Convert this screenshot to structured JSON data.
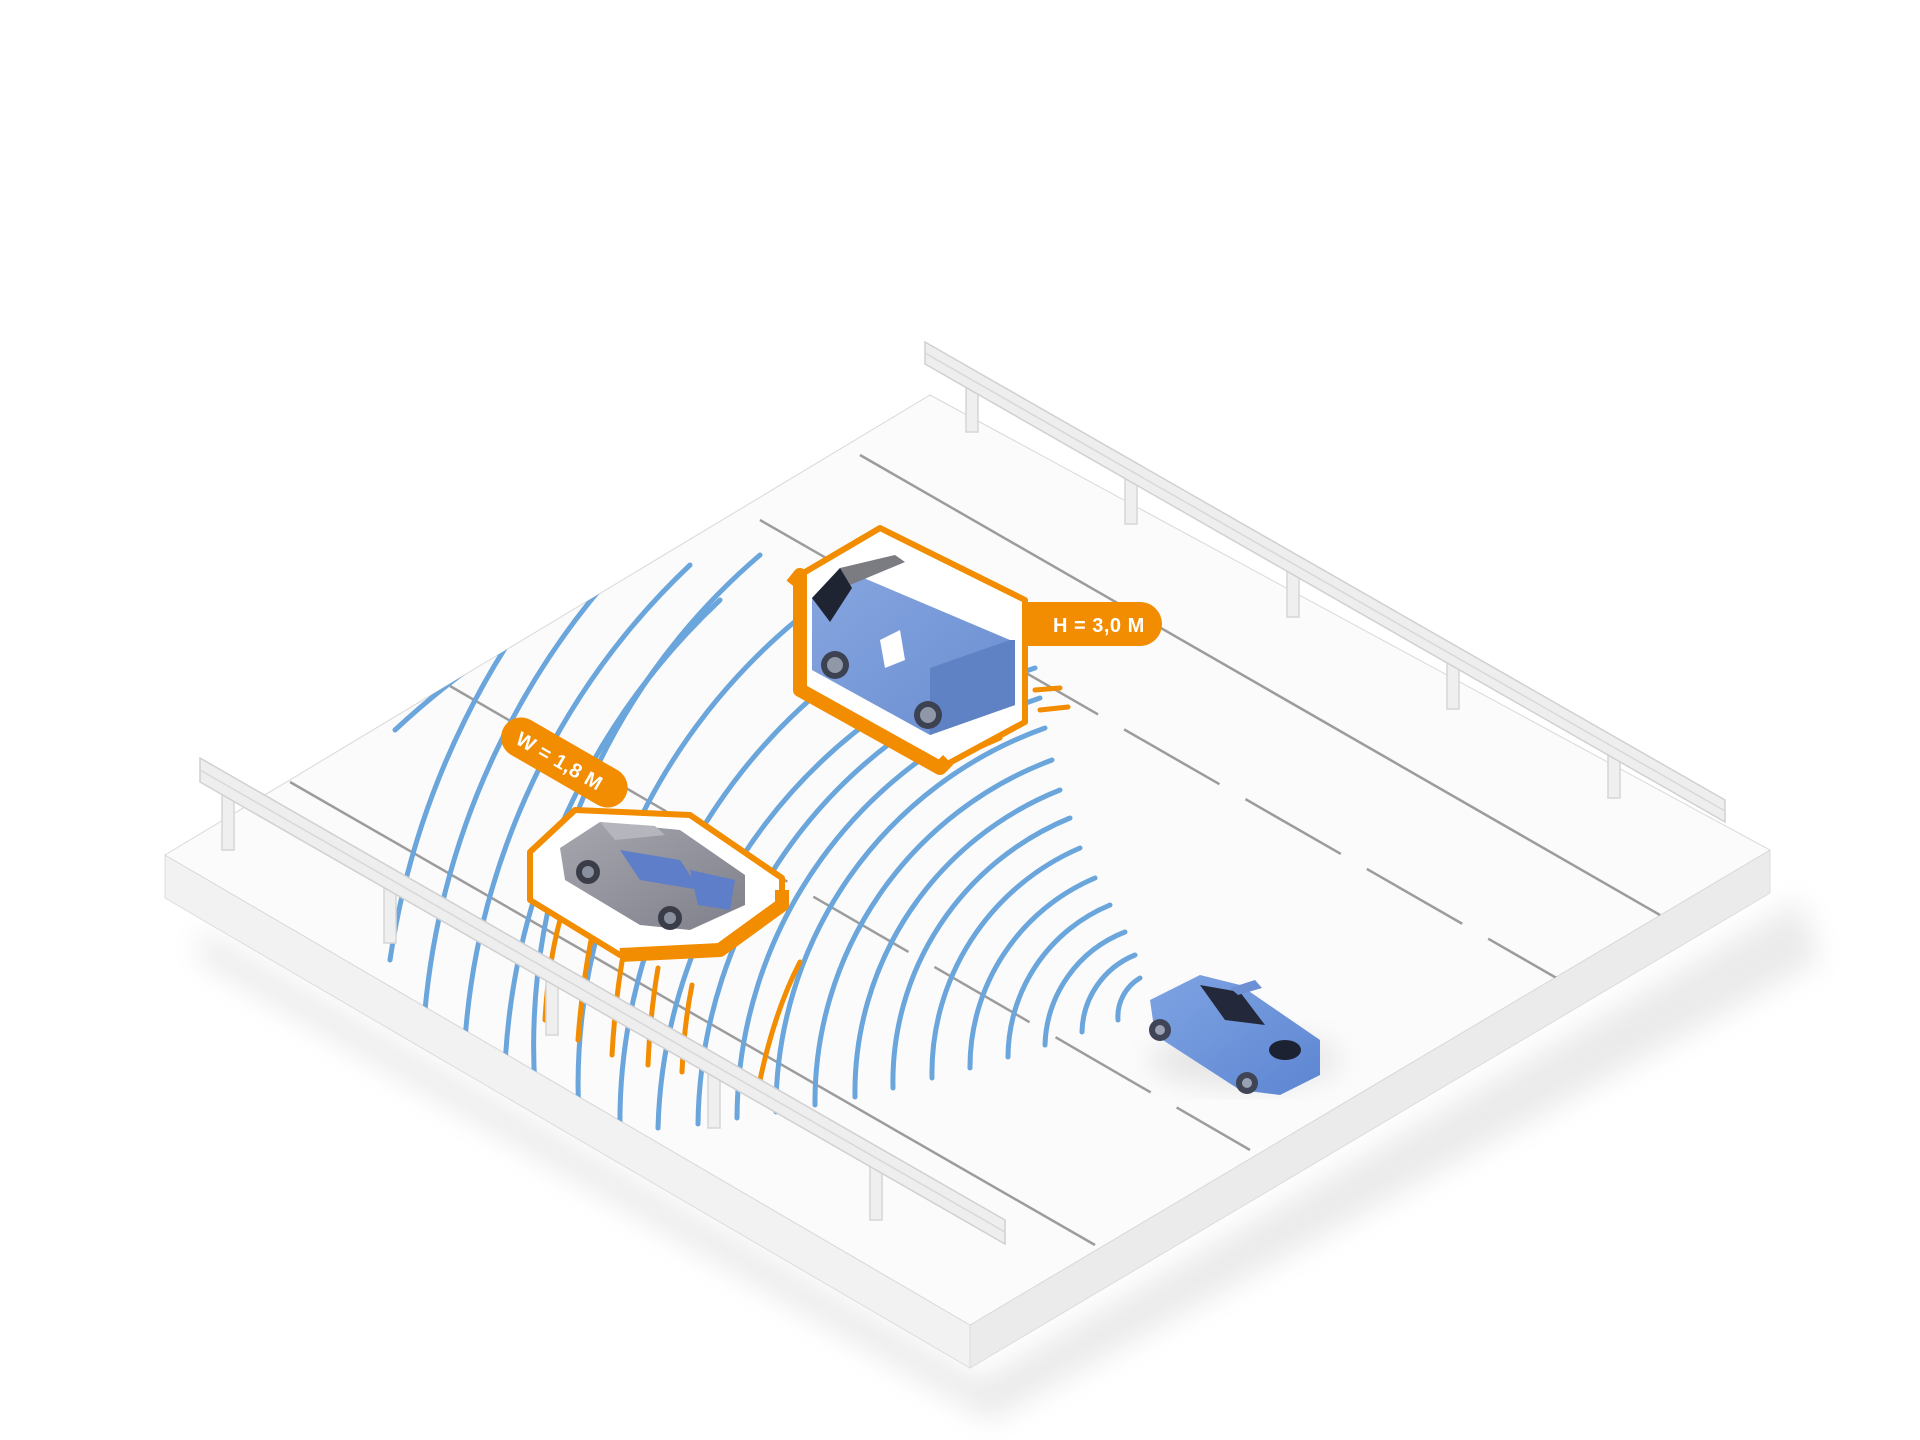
{
  "illustration": {
    "subject": "Isometric highway scene with vehicle sensor detecting surrounding vehicles",
    "colors": {
      "background": "#ffffff",
      "platform_top": "#fbfbfb",
      "platform_side_left": "#f1f1f1",
      "platform_side_right": "#e9e9e9",
      "lane_line": "#9a9a9a",
      "railing": "#e4e4e4",
      "sensor_arc": "#6aa5dc",
      "highlight": "#f28c00",
      "vehicle_blue": "#6f95d6",
      "vehicle_grey": "#8e8f98"
    },
    "labels": {
      "van_height": "H = 3,0 M",
      "car_width": "W = 1,8 M"
    },
    "objects": {
      "ego_car": "ego-vehicle-blue-sports-car",
      "van": "detected-delivery-van",
      "car": "detected-grey-hatchback"
    }
  }
}
